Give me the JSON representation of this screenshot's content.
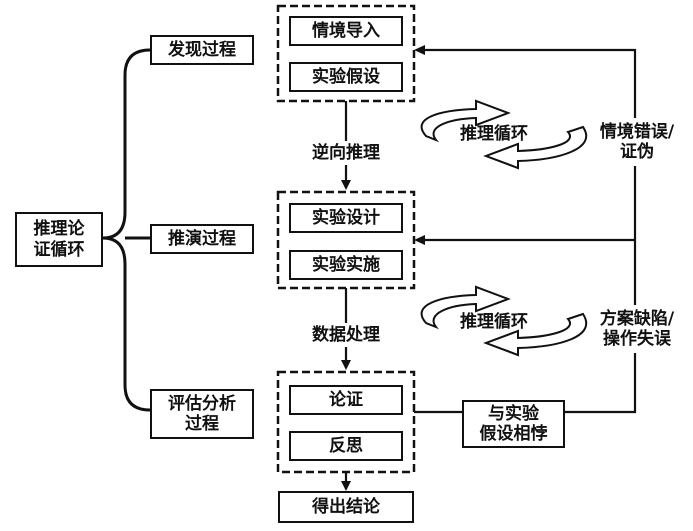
{
  "root": "推理论\n证循环",
  "stages": {
    "discovery": "发现过程",
    "deduction": "推演过程",
    "evaluation": "评估分析\n过程"
  },
  "steps": {
    "intro": "情境导入",
    "hypothesis": "实验假设",
    "design": "实验设计",
    "implement": "实验实施",
    "argue": "论证",
    "reflect": "反思",
    "conclusion": "得出结论"
  },
  "arrows": {
    "reverse_reasoning": "逆向推理",
    "data_processing": "数据处理"
  },
  "cycles": {
    "upper": "推理循环",
    "lower": "推理循环"
  },
  "feedback": {
    "upper": "情境错误/\n证伪",
    "lower": "方案缺陷/\n操作失误",
    "contradict": "与实验\n假设相悖"
  }
}
